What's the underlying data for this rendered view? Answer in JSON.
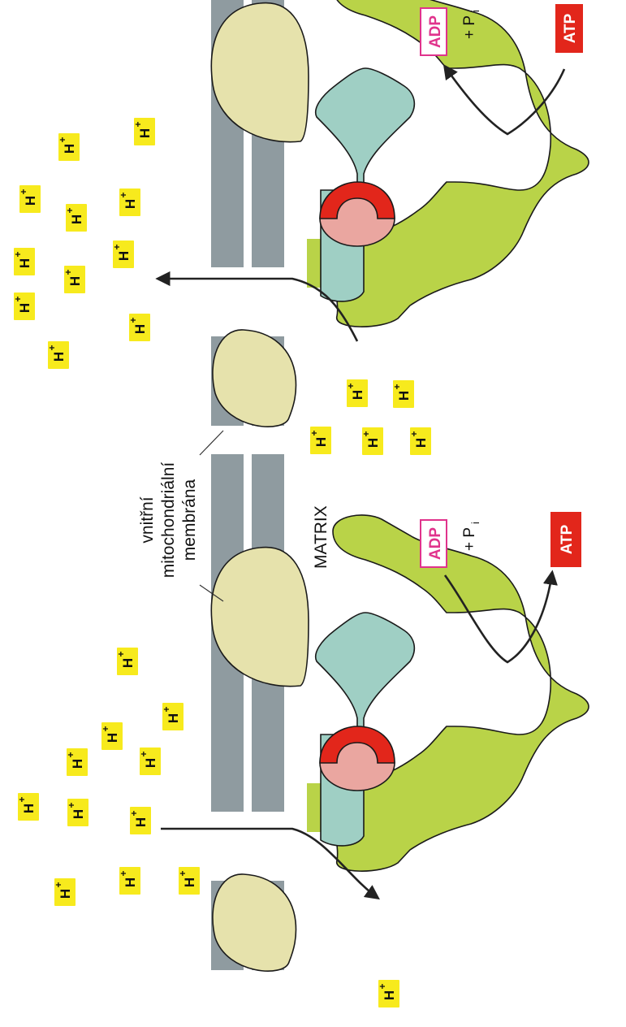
{
  "labels": {
    "membrane_line1": "vnitřní",
    "membrane_line2": "mitochondriální",
    "membrane_line3": "membrána",
    "matrix": "MATRIX"
  },
  "synthase_mode": {
    "adp": "ADP",
    "pi": "+ P",
    "pi_sub": "i",
    "atp": "ATP"
  },
  "hydrolysis_mode": {
    "adp": "ADP",
    "pi": "+ P",
    "pi_sub": "i",
    "atp": "ATP"
  },
  "proton": {
    "symbol": "H",
    "charge": "+"
  },
  "colors": {
    "membrane": "#8f9ba0",
    "cap": "#e6e2ac",
    "enzyme": "#b9d348",
    "stalk": "#9fcfc4",
    "rotor": "#e2261b",
    "rotor_face": "#eaa6a0",
    "proton_bg": "#f7ea1d",
    "adp": "#e0338c",
    "atp": "#e2261b"
  }
}
